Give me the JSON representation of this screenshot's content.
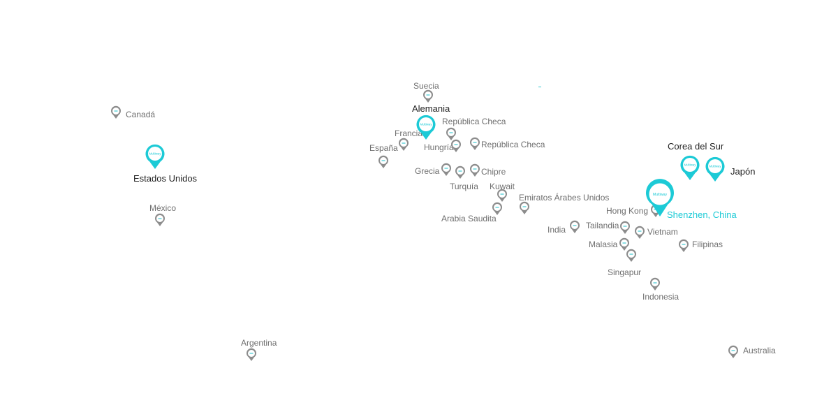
{
  "colors": {
    "accent": "#1ccad6",
    "pin_gray": "#8c8c8c",
    "label_gray": "#6f6f6f",
    "label_dark": "#222222"
  },
  "pins": {
    "brand_text": "Multiway",
    "small_icon": "gray-location-pin-icon",
    "brand_icon": "teal-multiway-location-pin-icon"
  },
  "locations": {
    "canada": "Canadá",
    "estados_unidos": "Estados Unidos",
    "mexico": "México",
    "argentina": "Argentina",
    "suecia": "Suecia",
    "alemania": "Alemania",
    "republica_checa_1": "República Checa",
    "francia": "Francia",
    "espana": "España",
    "hungria": "Hungría",
    "republica_checa_2": "República Checa",
    "grecia": "Grecia",
    "chipre": "Chipre",
    "turquia": "Turquía",
    "kuwait": "Kuwait",
    "emiratos": "Emiratos Árabes Unidos",
    "arabia_saudita": "Arabia Saudita",
    "corea_del_sur": "Corea del Sur",
    "japon": "Japón",
    "shenzhen": "Shenzhen, China",
    "hong_kong": "Hong Kong",
    "india": "India",
    "tailandia": "Tailandia",
    "vietnam": "Vietnam",
    "malasia": "Malasia",
    "filipinas": "Filipinas",
    "singapur": "Singapur",
    "indonesia": "Indonesia",
    "australia": "Australia"
  }
}
